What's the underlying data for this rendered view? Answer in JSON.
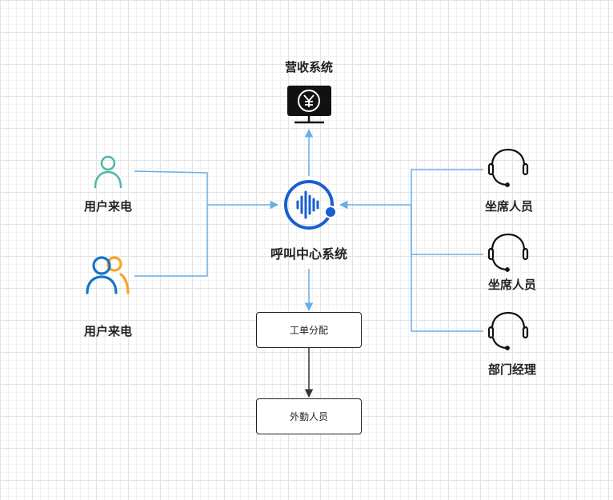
{
  "nodes": {
    "revenue_system": {
      "label": "营收系统"
    },
    "caller_1": {
      "label": "用户来电"
    },
    "caller_2": {
      "label": "用户来电"
    },
    "call_center": {
      "label": "呼叫中心系统"
    },
    "agent_1": {
      "label": "坐席人员"
    },
    "agent_2": {
      "label": "坐席人员"
    },
    "dept_manager": {
      "label": "部门经理"
    },
    "ticket_dispatch": {
      "label": "工单分配"
    },
    "field_staff": {
      "label": "外勤人员"
    }
  },
  "colors": {
    "connector": "#6aaee3",
    "flow": "#333333",
    "user_teal": "#4db6a8",
    "user_blue": "#1a74c4",
    "user_orange": "#f5a623",
    "voice_blue": "#1a5fd0"
  },
  "icons": {
    "revenue_system": "yuan-monitor-icon",
    "caller_1": "user-icon",
    "caller_2": "users-group-icon",
    "call_center": "voice-wave-icon",
    "agents": "headset-icon"
  }
}
